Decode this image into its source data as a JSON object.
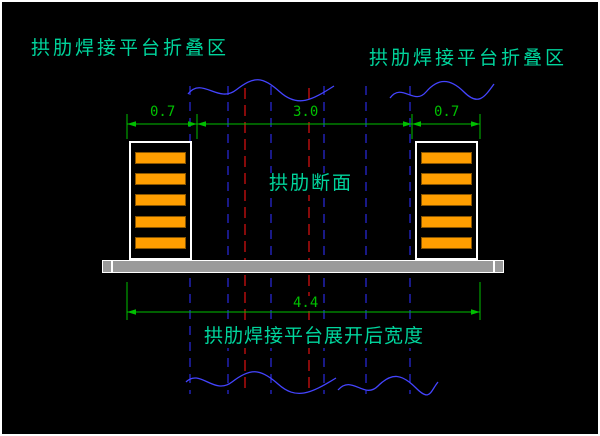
{
  "drawing": {
    "labels": {
      "fold_zone_left": "拱肋焊接平台折叠区",
      "fold_zone_right": "拱肋焊接平台折叠区",
      "section_label": "拱肋断面",
      "unfolded_width_label": "拱肋焊接平台展开后宽度"
    },
    "dimensions": {
      "left_fold_width": "0.7",
      "center_span": "3.0",
      "right_fold_width": "0.7",
      "total_unfolded_width": "4.4"
    },
    "planks_per_side": 5
  },
  "colors": {
    "background": "#000000",
    "frame": "#ffffff",
    "label-green": "#00d49c",
    "dim-green": "#00bf00",
    "wave-blue": "#4444ff",
    "center-red": "#e01010",
    "center-blue": "#2a2ae0",
    "bar-orange": "#ff9e00",
    "deck-gray": "#9a9a9a"
  }
}
